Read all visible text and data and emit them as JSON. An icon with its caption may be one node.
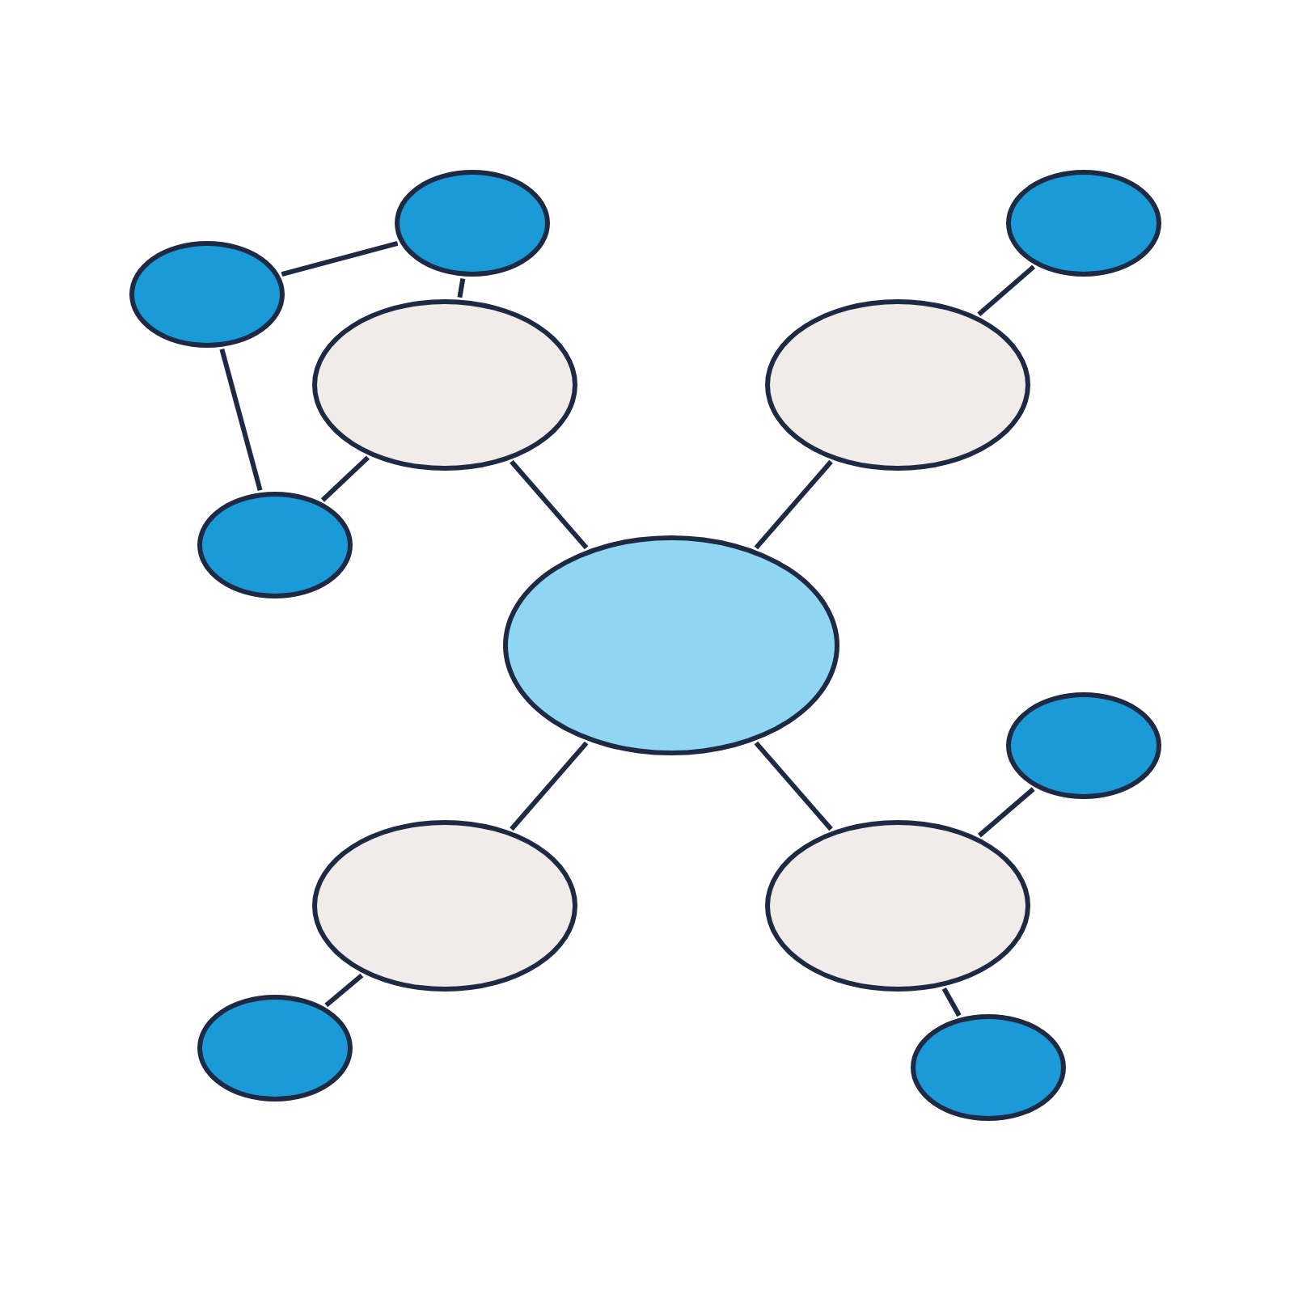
{
  "diagram": {
    "nodes": [
      {
        "text": [],
        "shape": "circle"
      },
      {
        "text": [],
        "shape": "circle"
      },
      {
        "text": [],
        "shape": "circle"
      },
      {
        "text": [],
        "shape": "circle"
      },
      {
        "text": [],
        "shape": "circle"
      },
      {
        "text": [],
        "shape": "circle"
      },
      {
        "text": [],
        "shape": "circle"
      },
      {
        "text": [],
        "shape": "circle"
      },
      {
        "text": [],
        "shape": "circle"
      },
      {
        "text": [],
        "shape": "circle"
      },
      {
        "text": [],
        "shape": "circle"
      },
      {
        "text": [],
        "shape": "circle"
      }
    ],
    "edges": [
      {
        "from": 2,
        "to": 0,
        "arrow": "none"
      },
      {
        "from": 0,
        "to": 3,
        "arrow": "none"
      },
      {
        "from": 2,
        "to": 5,
        "arrow": "none"
      },
      {
        "from": 5,
        "to": 3,
        "arrow": "none"
      },
      {
        "from": 3,
        "to": 6,
        "arrow": "none"
      },
      {
        "from": 4,
        "to": 6,
        "arrow": "none"
      },
      {
        "from": 4,
        "to": 1,
        "arrow": "none"
      },
      {
        "from": 6,
        "to": 8,
        "arrow": "none"
      },
      {
        "from": 6,
        "to": 9,
        "arrow": "none"
      },
      {
        "from": 9,
        "to": 7,
        "arrow": "none"
      },
      {
        "from": 9,
        "to": 11,
        "arrow": "none"
      },
      {
        "from": 8,
        "to": 10,
        "arrow": "none"
      }
    ]
  }
}
